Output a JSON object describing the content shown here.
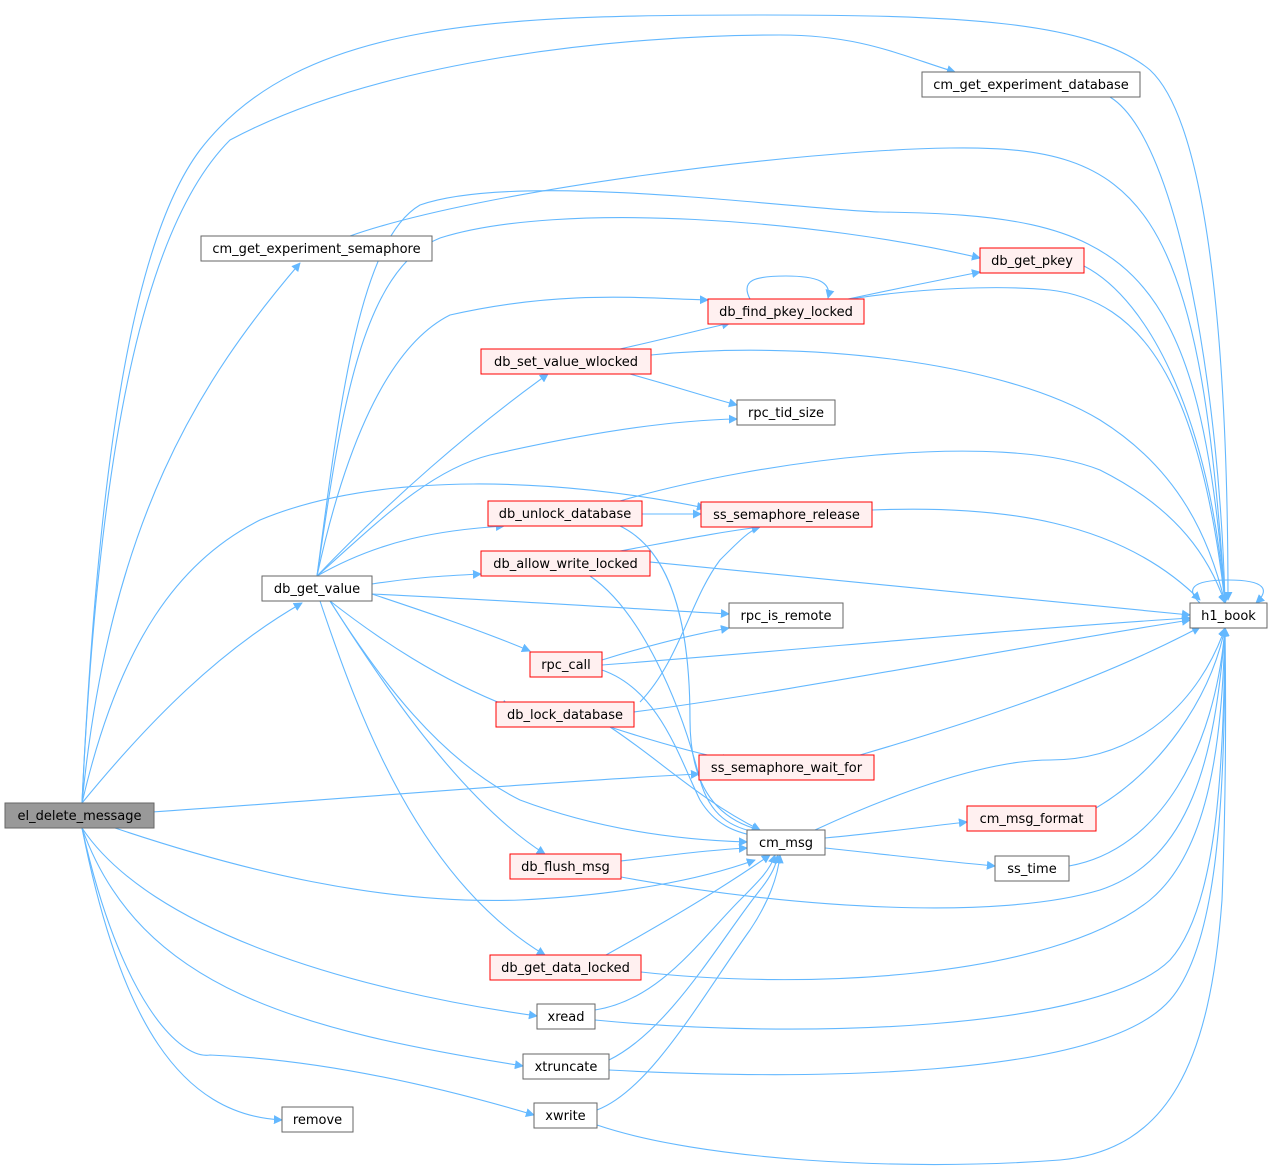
{
  "graph": {
    "kind": "call-graph",
    "colors": {
      "edge": "#63b8ff",
      "root_fill": "#999999",
      "root_border": "#666666",
      "normal_fill": "#ffffff",
      "normal_border": "#666666",
      "truncated_fill": "#fff0f0",
      "truncated_border": "#ff0000"
    },
    "nodes": [
      {
        "id": "el_delete_message",
        "label": "el_delete_message",
        "style": "root"
      },
      {
        "id": "cm_get_experiment_database",
        "label": "cm_get_experiment_database",
        "style": "normal"
      },
      {
        "id": "cm_get_experiment_semaphore",
        "label": "cm_get_experiment_semaphore",
        "style": "normal"
      },
      {
        "id": "db_get_pkey",
        "label": "db_get_pkey",
        "style": "truncated"
      },
      {
        "id": "db_find_pkey_locked",
        "label": "db_find_pkey_locked",
        "style": "truncated"
      },
      {
        "id": "db_set_value_wlocked",
        "label": "db_set_value_wlocked",
        "style": "truncated"
      },
      {
        "id": "rpc_tid_size",
        "label": "rpc_tid_size",
        "style": "normal"
      },
      {
        "id": "db_unlock_database",
        "label": "db_unlock_database",
        "style": "truncated"
      },
      {
        "id": "ss_semaphore_release",
        "label": "ss_semaphore_release",
        "style": "truncated"
      },
      {
        "id": "db_allow_write_locked",
        "label": "db_allow_write_locked",
        "style": "truncated"
      },
      {
        "id": "db_get_value",
        "label": "db_get_value",
        "style": "normal"
      },
      {
        "id": "h1_book",
        "label": "h1_book",
        "style": "normal"
      },
      {
        "id": "rpc_is_remote",
        "label": "rpc_is_remote",
        "style": "normal"
      },
      {
        "id": "rpc_call",
        "label": "rpc_call",
        "style": "truncated"
      },
      {
        "id": "db_lock_database",
        "label": "db_lock_database",
        "style": "truncated"
      },
      {
        "id": "ss_semaphore_wait_for",
        "label": "ss_semaphore_wait_for",
        "style": "truncated"
      },
      {
        "id": "cm_msg_format",
        "label": "cm_msg_format",
        "style": "truncated"
      },
      {
        "id": "cm_msg",
        "label": "cm_msg",
        "style": "normal"
      },
      {
        "id": "db_flush_msg",
        "label": "db_flush_msg",
        "style": "truncated"
      },
      {
        "id": "ss_time",
        "label": "ss_time",
        "style": "normal"
      },
      {
        "id": "db_get_data_locked",
        "label": "db_get_data_locked",
        "style": "truncated"
      },
      {
        "id": "xread",
        "label": "xread",
        "style": "normal"
      },
      {
        "id": "xtruncate",
        "label": "xtruncate",
        "style": "normal"
      },
      {
        "id": "remove",
        "label": "remove",
        "style": "normal"
      },
      {
        "id": "xwrite",
        "label": "xwrite",
        "style": "normal"
      }
    ],
    "edges": [
      [
        "el_delete_message",
        "h1_book"
      ],
      [
        "el_delete_message",
        "cm_get_experiment_database"
      ],
      [
        "el_delete_message",
        "cm_get_experiment_semaphore"
      ],
      [
        "el_delete_message",
        "db_get_value"
      ],
      [
        "el_delete_message",
        "ss_semaphore_release"
      ],
      [
        "el_delete_message",
        "ss_semaphore_wait_for"
      ],
      [
        "el_delete_message",
        "cm_msg"
      ],
      [
        "el_delete_message",
        "xread"
      ],
      [
        "el_delete_message",
        "xtruncate"
      ],
      [
        "el_delete_message",
        "xwrite"
      ],
      [
        "el_delete_message",
        "remove"
      ],
      [
        "cm_get_experiment_database",
        "h1_book"
      ],
      [
        "cm_get_experiment_semaphore",
        "h1_book"
      ],
      [
        "db_get_value",
        "h1_book"
      ],
      [
        "db_get_value",
        "db_get_pkey"
      ],
      [
        "db_get_value",
        "db_find_pkey_locked"
      ],
      [
        "db_get_value",
        "db_set_value_wlocked"
      ],
      [
        "db_get_value",
        "rpc_tid_size"
      ],
      [
        "db_get_value",
        "db_unlock_database"
      ],
      [
        "db_get_value",
        "db_allow_write_locked"
      ],
      [
        "db_get_value",
        "rpc_is_remote"
      ],
      [
        "db_get_value",
        "rpc_call"
      ],
      [
        "db_get_value",
        "db_lock_database"
      ],
      [
        "db_get_value",
        "cm_msg"
      ],
      [
        "db_get_value",
        "db_flush_msg"
      ],
      [
        "db_get_value",
        "db_get_data_locked"
      ],
      [
        "db_find_pkey_locked",
        "db_find_pkey_locked"
      ],
      [
        "db_find_pkey_locked",
        "db_get_pkey"
      ],
      [
        "db_find_pkey_locked",
        "h1_book"
      ],
      [
        "db_get_pkey",
        "h1_book"
      ],
      [
        "db_set_value_wlocked",
        "db_find_pkey_locked"
      ],
      [
        "db_set_value_wlocked",
        "rpc_tid_size"
      ],
      [
        "db_set_value_wlocked",
        "h1_book"
      ],
      [
        "db_unlock_database",
        "ss_semaphore_release"
      ],
      [
        "db_unlock_database",
        "h1_book"
      ],
      [
        "db_unlock_database",
        "cm_msg"
      ],
      [
        "db_allow_write_locked",
        "ss_semaphore_release"
      ],
      [
        "db_allow_write_locked",
        "h1_book"
      ],
      [
        "db_allow_write_locked",
        "cm_msg"
      ],
      [
        "ss_semaphore_release",
        "h1_book"
      ],
      [
        "rpc_call",
        "rpc_is_remote"
      ],
      [
        "rpc_call",
        "h1_book"
      ],
      [
        "rpc_call",
        "cm_msg"
      ],
      [
        "db_lock_database",
        "ss_semaphore_release"
      ],
      [
        "db_lock_database",
        "ss_semaphore_wait_for"
      ],
      [
        "db_lock_database",
        "h1_book"
      ],
      [
        "db_lock_database",
        "cm_msg"
      ],
      [
        "ss_semaphore_wait_for",
        "h1_book"
      ],
      [
        "cm_msg",
        "cm_msg_format"
      ],
      [
        "cm_msg",
        "ss_time"
      ],
      [
        "cm_msg",
        "h1_book"
      ],
      [
        "cm_msg_format",
        "h1_book"
      ],
      [
        "ss_time",
        "h1_book"
      ],
      [
        "db_flush_msg",
        "cm_msg"
      ],
      [
        "db_flush_msg",
        "h1_book"
      ],
      [
        "db_get_data_locked",
        "cm_msg"
      ],
      [
        "db_get_data_locked",
        "h1_book"
      ],
      [
        "xread",
        "cm_msg"
      ],
      [
        "xread",
        "h1_book"
      ],
      [
        "xtruncate",
        "cm_msg"
      ],
      [
        "xtruncate",
        "h1_book"
      ],
      [
        "xwrite",
        "cm_msg"
      ],
      [
        "xwrite",
        "h1_book"
      ],
      [
        "h1_book",
        "h1_book"
      ]
    ]
  }
}
